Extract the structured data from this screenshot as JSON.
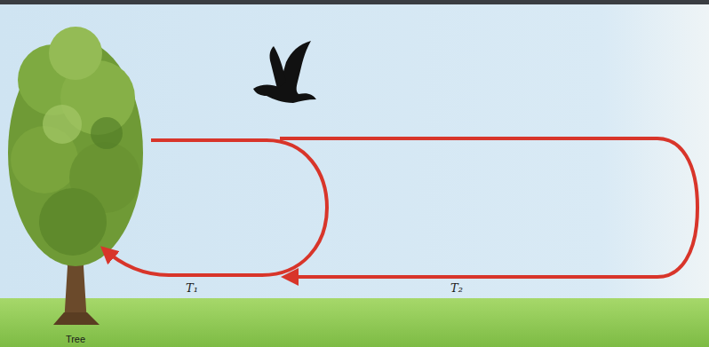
{
  "diagram": {
    "labels": [
      "Tree",
      "T₁",
      "T₂"
    ]
  }
}
